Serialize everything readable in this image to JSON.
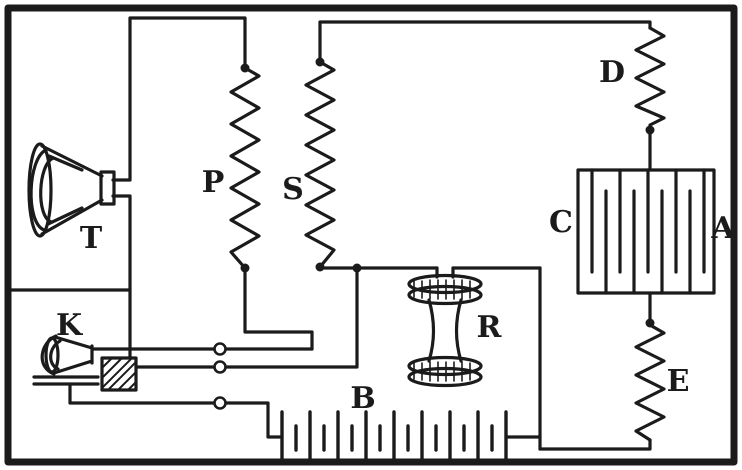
{
  "figure": {
    "type": "circuit-diagram",
    "ink_color": "#1b1b1b",
    "paper_color": "#ffffff",
    "labels": {
      "T": "T",
      "P": "P",
      "S": "S",
      "D": "D",
      "C": "C",
      "A": "A",
      "E": "E",
      "K": "K",
      "B": "B",
      "R": "R"
    },
    "components": {
      "T": "horn speaker (telephone receiver)",
      "K": "key transmitter on base with hatched wedge",
      "P": "vertical zigzag resistance coil",
      "S": "vertical zigzag resistance coil",
      "D": "zigzag resistor upper right",
      "CA": "vertical plate stack cell between C and A",
      "E": "zigzag resistor lower right",
      "R": "cylindrical spool resistor",
      "B": "multi-cell battery"
    }
  }
}
